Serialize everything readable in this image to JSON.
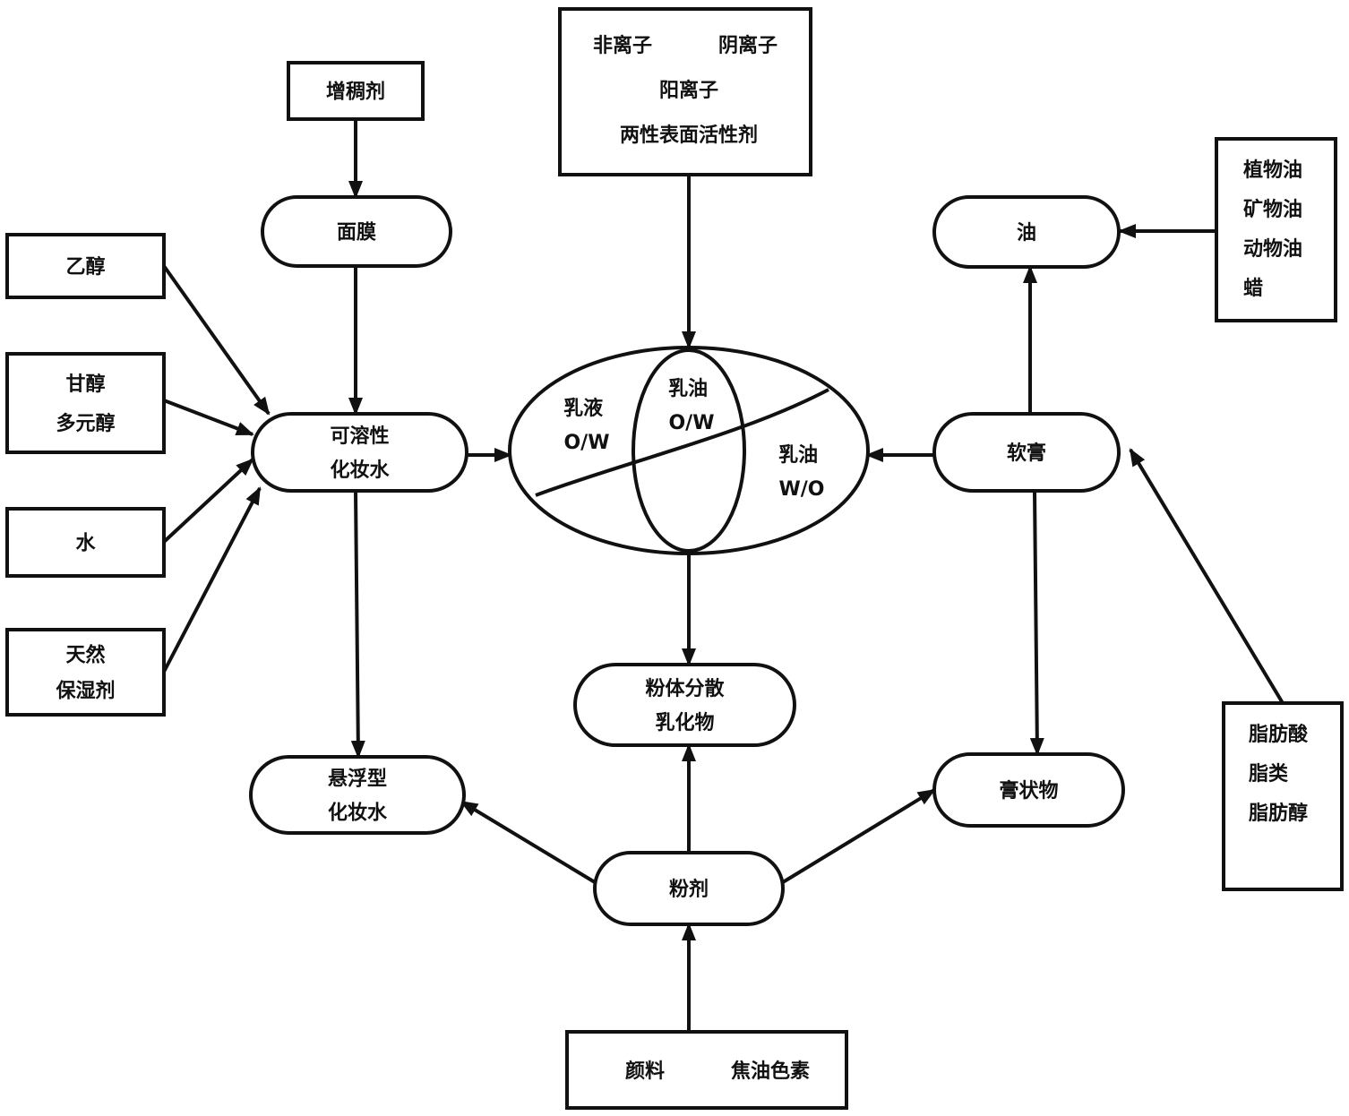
{
  "nodes": {
    "thickener": {
      "lines": [
        "增稠剂"
      ]
    },
    "mask": {
      "lines": [
        "面膜"
      ]
    },
    "ethanol": {
      "lines": [
        "乙醇"
      ]
    },
    "glycerin": {
      "lines": [
        "甘醇",
        "多元醇"
      ]
    },
    "water": {
      "lines": [
        "水"
      ]
    },
    "natural_moisturizer": {
      "lines": [
        "天然",
        "保湿剂"
      ]
    },
    "soluble_lotion": {
      "lines": [
        "可溶性",
        "化妆水"
      ]
    },
    "suspension_lotion": {
      "lines": [
        "悬浮型",
        "化妆水"
      ]
    },
    "surfactants": {
      "lines": [
        "非离子",
        "阴离子",
        "阳离子",
        "两性表面活性剂"
      ]
    },
    "oil": {
      "lines": [
        "油"
      ]
    },
    "oils_source": {
      "lines": [
        "植物油",
        "矿物油",
        "动物油",
        "蜡"
      ]
    },
    "ointment": {
      "lines": [
        "软膏"
      ]
    },
    "paste": {
      "lines": [
        "膏状物"
      ]
    },
    "fatty_source": {
      "lines": [
        "脂肪酸",
        "脂类",
        "脂肪醇"
      ]
    },
    "powder_emulsion": {
      "lines": [
        "粉体分散",
        "乳化物"
      ]
    },
    "powder": {
      "lines": [
        "粉剂"
      ]
    },
    "pigments": {
      "lines": [
        "颜料",
        "焦油色素"
      ]
    }
  },
  "emulsion": {
    "milk_ow": [
      "乳液",
      "O/W"
    ],
    "cream_ow": [
      "乳油",
      "O/W"
    ],
    "cream_wo": [
      "乳油",
      "W/O"
    ]
  }
}
